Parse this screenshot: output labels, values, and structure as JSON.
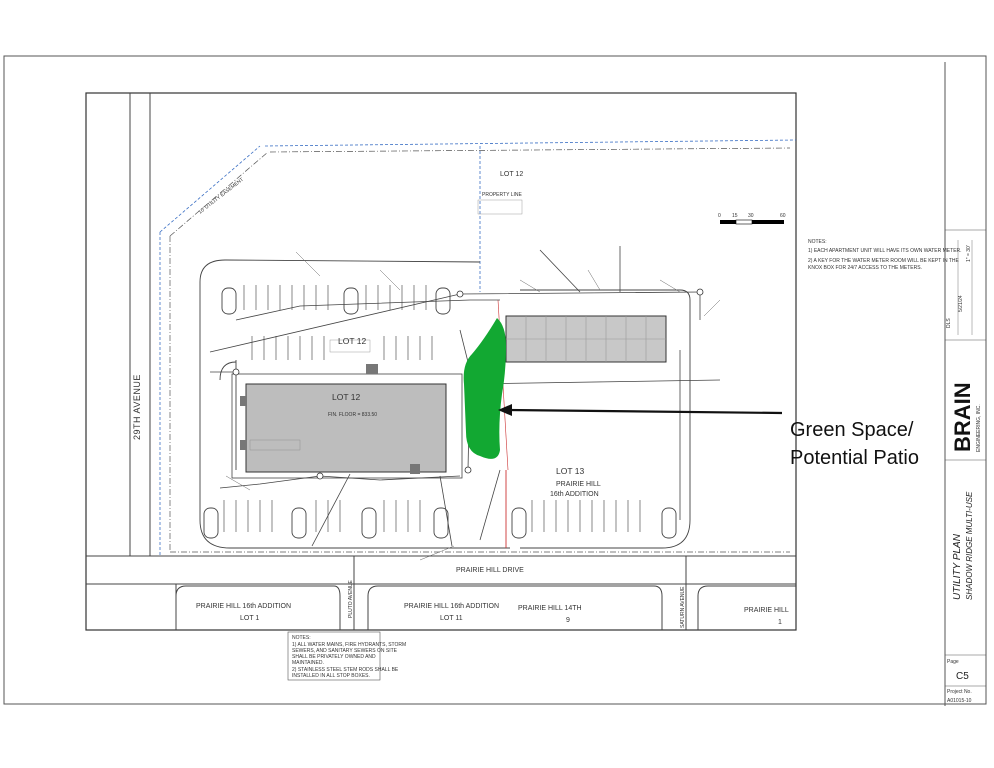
{
  "callout": {
    "line1": "Green Space/",
    "line2": "Potential Patio"
  },
  "colors": {
    "green_space": "#12a832",
    "line": "#444444",
    "arrow": "#111111",
    "easement": "#3a6fc4"
  },
  "labels": {
    "lot12_top": "LOT 12",
    "lot12_parking": "LOT 12",
    "lot12_building": "LOT 12",
    "lot13": "LOT 13",
    "prairie_hill_addition": "PRAIRIE HILL",
    "addition_16th": "16th ADDITION",
    "prairie_hill_drive": "PRAIRIE HILL DRIVE",
    "ph16_lot1": "PRAIRIE HILL 16th ADDITION",
    "lot1": "LOT 1",
    "ph16_lot11": "PRAIRIE HILL 16th ADDITION",
    "lot11": "LOT 11",
    "ph14": "PRAIRIE HILL 14TH",
    "nine": "9",
    "ph_right": "PRAIRIE HILL",
    "one": "1",
    "avenue_29th": "29TH AVENUE",
    "pluto": "PLUTO AVENUE",
    "saturn": "SATURN AVENUE",
    "ten_foot_easement": "10' UTILITY EASEMENT",
    "property_line": "PROPERTY LINE",
    "scale": [
      "0",
      "15",
      "30",
      "60"
    ],
    "finish_floor": "FIN. FLOOR = 833.50"
  },
  "notes": {
    "right": [
      "NOTES:",
      "1) EACH APARTMENT UNIT WILL HAVE ITS OWN WATER METER.",
      "2) A KEY FOR THE WATER METER ROOM WILL BE KEPT IN THE",
      "KNOX BOX FOR 24/7 ACCESS TO THE METERS."
    ],
    "bottom": [
      "NOTES:",
      "1) ALL WATER MAINS, FIRE HYDRANTS, STORM",
      "SEWERS, AND SANITARY SEWERS ON SITE",
      "SHALL BE PRIVATELY OWNED AND",
      "MAINTAINED.",
      "2) STAINLESS STEEL STEM RODS SHALL BE",
      "INSTALLED IN ALL STOP BOXES."
    ]
  },
  "title_block": {
    "company": "BRAIN",
    "company_sub": "ENGINEERING, INC.",
    "sheet_title": "UTILITY PLAN",
    "project": "SHADOW RIDGE MULTI-USE",
    "page_label": "Page",
    "page": "C5",
    "project_no_label": "Project No.",
    "project_no": "A01015-10",
    "scale": "1\" = 30'",
    "date": "5/21/24",
    "drawn": "DLS"
  }
}
